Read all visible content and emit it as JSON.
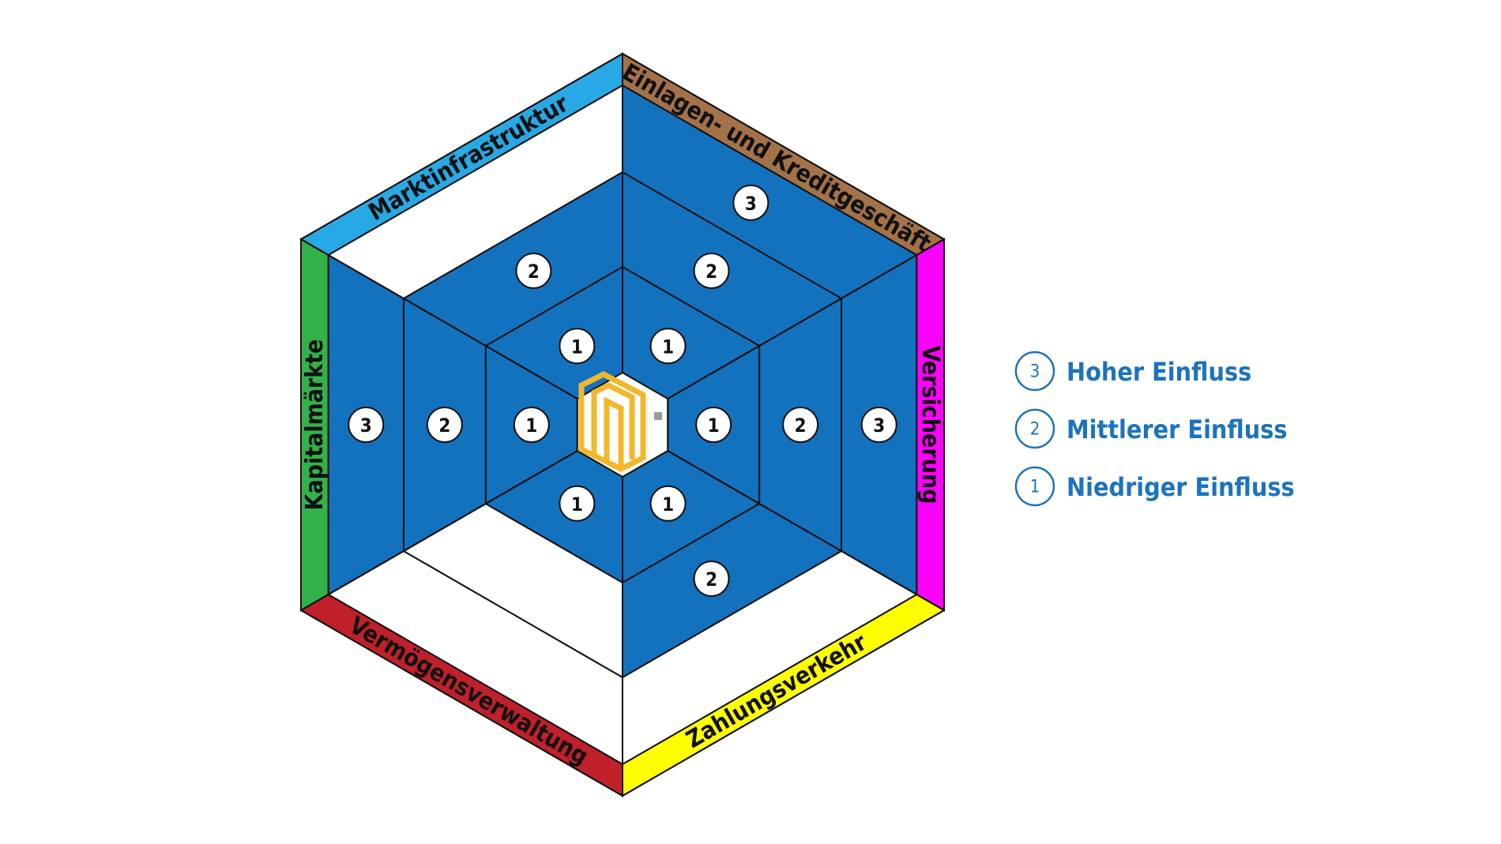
{
  "colors": {
    "impact_fill": "#1372be",
    "empty_fill": "#ffffff",
    "grid_line": "#111111",
    "logo": "#f3b72c",
    "legend": "#1c73be"
  },
  "segments": [
    {
      "name": "Einlagen- und Kreditgeschäft",
      "color": "#a47249",
      "levels": {
        "1": "1",
        "2": "2",
        "3": "3"
      }
    },
    {
      "name": "Versicherung",
      "color": "#ff00ff",
      "levels": {
        "1": "1",
        "2": "2",
        "3": "3"
      }
    },
    {
      "name": "Zahlungsverkehr",
      "color": "#ffff00",
      "levels": {
        "1": "1",
        "2": "2"
      }
    },
    {
      "name": "Vermögensverwaltung",
      "color": "#c0202a",
      "levels": {
        "1": "1"
      }
    },
    {
      "name": "Kapitalmärkte",
      "color": "#33b24a",
      "levels": {
        "1": "1",
        "2": "2",
        "3": "3"
      }
    },
    {
      "name": "Marktinfrastruktur",
      "color": "#28a8e4",
      "levels": {
        "1": "1",
        "2": "2"
      }
    }
  ],
  "legend": [
    {
      "num": "3",
      "label": "Hoher Einfluss"
    },
    {
      "num": "2",
      "label": "Mittlerer Einfluss"
    },
    {
      "num": "1",
      "label": "Niedriger Einfluss"
    }
  ],
  "logo_icon": "cube-logo-icon"
}
